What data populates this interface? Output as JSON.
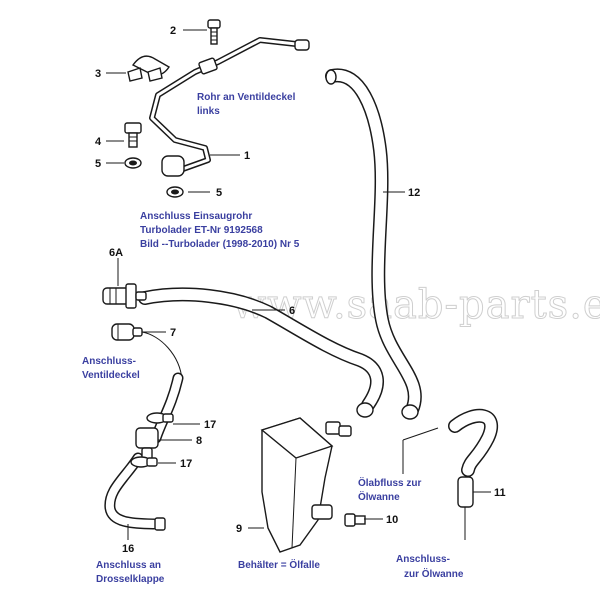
{
  "watermark": "www.saab-parts.eu",
  "colors": {
    "annotation": "#3a3fa0",
    "line": "#1a1a1a"
  },
  "labels": {
    "n1": "1",
    "n2": "2",
    "n3": "3",
    "n4": "4",
    "n5a": "5",
    "n5b": "5",
    "n6": "6",
    "n6a": "6A",
    "n7": "7",
    "n8": "8",
    "n9": "9",
    "n10": "10",
    "n11": "11",
    "n12": "12",
    "n16": "16",
    "n17a": "17",
    "n17b": "17"
  },
  "annotations": {
    "rohr_line1": "Rohr an Ventildeckel",
    "rohr_line2": "links",
    "einsaug_line1": "Anschluss Einsaugrohr",
    "einsaug_line2": "Turbolader ET-Nr  9192568",
    "einsaug_line3": "Bild --Turbolader  (1998-2010)  Nr 5",
    "ventil_line1": "Anschluss-",
    "ventil_line2": "Ventildeckel",
    "drossel_line1": "Anschluss an",
    "drossel_line2": "Drosselklappe",
    "behaelter": "Behälter = Ölfalle",
    "abfluss_line1": "Ölabfluss zur",
    "abfluss_line2": "Ölwanne",
    "wanne_line1": "Anschluss-",
    "wanne_line2": "zur Ölwanne"
  }
}
